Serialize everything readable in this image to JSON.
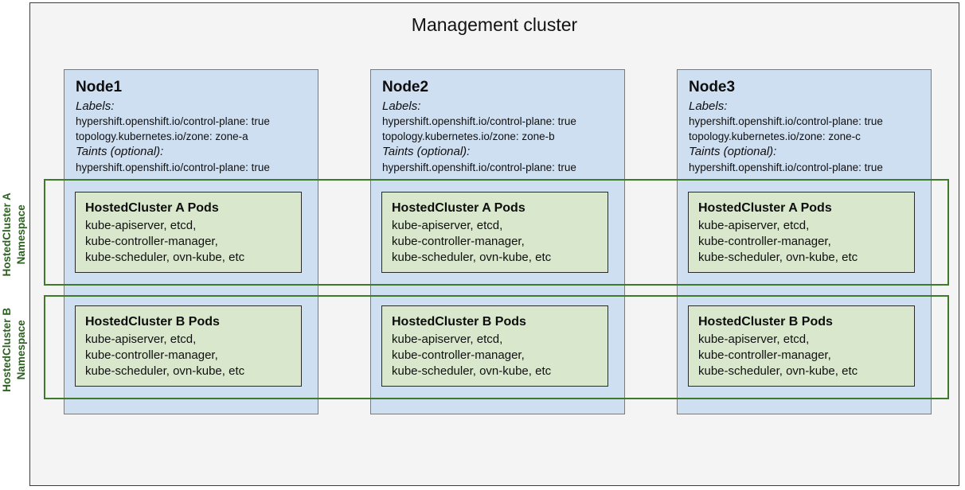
{
  "diagram": {
    "title": "Management cluster",
    "colors": {
      "container_fill": "#f4f4f4",
      "container_border": "#3b3b3b",
      "node_fill": "#cfdff2",
      "node_border": "#7b7b7b",
      "pod_fill": "#d9e8cd",
      "pod_border": "#2a2a2a",
      "namespace_border": "#3d7a2b",
      "namespace_label": "#2f6124"
    }
  },
  "nodes": [
    {
      "name": "Node1",
      "labels_heading": "Labels:",
      "labels": [
        "hypershift.openshift.io/control-plane: true",
        "topology.kubernetes.io/zone: zone-a"
      ],
      "taints_heading": "Taints (optional):",
      "taints": [
        "hypershift.openshift.io/control-plane: true"
      ]
    },
    {
      "name": "Node2",
      "labels_heading": "Labels:",
      "labels": [
        "hypershift.openshift.io/control-plane: true",
        "topology.kubernetes.io/zone: zone-b"
      ],
      "taints_heading": "Taints (optional):",
      "taints": [
        "hypershift.openshift.io/control-plane: true"
      ]
    },
    {
      "name": "Node3",
      "labels_heading": "Labels:",
      "labels": [
        "hypershift.openshift.io/control-plane: true",
        "topology.kubernetes.io/zone: zone-c"
      ],
      "taints_heading": "Taints (optional):",
      "taints": [
        "hypershift.openshift.io/control-plane: true"
      ]
    }
  ],
  "namespaces": [
    {
      "id": "a",
      "label_line1": "HostedCluster A",
      "label_line2": "Namespace",
      "pods": {
        "title": "HostedCluster A Pods",
        "lines": [
          "kube-apiserver, etcd,",
          "kube-controller-manager,",
          "kube-scheduler, ovn-kube, etc"
        ]
      }
    },
    {
      "id": "b",
      "label_line1": "HostedCluster B",
      "label_line2": "Namespace",
      "pods": {
        "title": "HostedCluster B Pods",
        "lines": [
          "kube-apiserver, etcd,",
          "kube-controller-manager,",
          "kube-scheduler, ovn-kube, etc"
        ]
      }
    }
  ]
}
